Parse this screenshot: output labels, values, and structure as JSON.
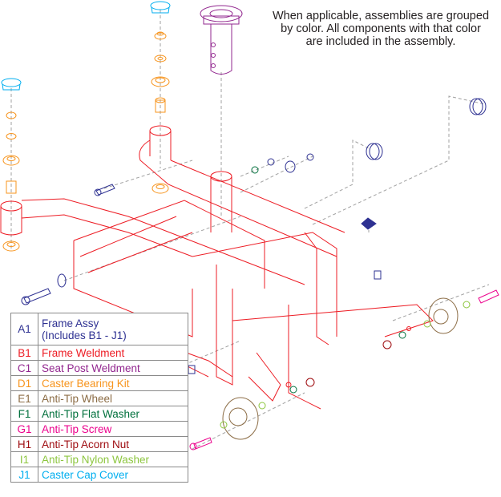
{
  "note": "When applicable, assemblies are grouped\nby color. All components with that color\nare included in the assembly.",
  "legend": [
    {
      "code": "A1",
      "label": "Frame Assy\n(Includes B1 - J1)",
      "color": "#2e3192"
    },
    {
      "code": "B1",
      "label": "Frame Weldment",
      "color": "#ed1c24"
    },
    {
      "code": "C1",
      "label": "Seat Post Weldment",
      "color": "#92278f"
    },
    {
      "code": "D1",
      "label": "Caster Bearing Kit",
      "color": "#f7941d"
    },
    {
      "code": "E1",
      "label": "Anti-Tip Wheel",
      "color": "#8c6d46"
    },
    {
      "code": "F1",
      "label": "Anti-Tip Flat Washer",
      "color": "#00703c"
    },
    {
      "code": "G1",
      "label": "Anti-Tip Screw",
      "color": "#ec008c"
    },
    {
      "code": "H1",
      "label": "Anti-Tip Acorn Nut",
      "color": "#9e0b0f"
    },
    {
      "code": "I1",
      "label": "Anti-Tip Nylon Washer",
      "color": "#8dc63f"
    },
    {
      "code": "J1",
      "label": "Caster Cap Cover",
      "color": "#00aeef"
    }
  ],
  "colors": {
    "frame": "#ed1c24",
    "seat_post": "#92278f",
    "caster_kit": "#f7941d",
    "wheel": "#8c6d46",
    "flat_washer": "#00703c",
    "screw": "#ec008c",
    "acorn_nut": "#9e0b0f",
    "nylon_washer": "#8dc63f",
    "cap_cover": "#00aeef",
    "hardware": "#2e3192",
    "leader": "#a0a0a0"
  }
}
